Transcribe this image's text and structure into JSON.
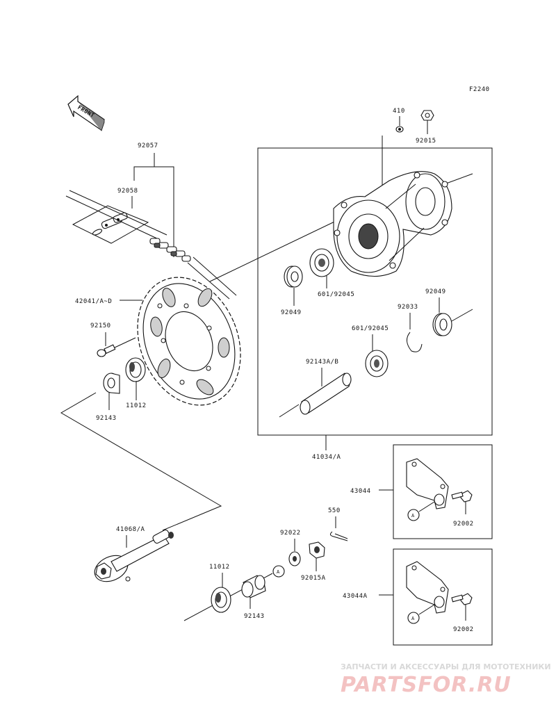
{
  "diagram_code": "F2240",
  "front_arrow_label": "FRONT",
  "circle_ref": "A",
  "parts": {
    "p410": "410",
    "p92015": "92015",
    "p92057": "92057",
    "p92058": "92058",
    "p42041": "42041/A~D",
    "p92150": "92150",
    "p11012_top": "11012",
    "p92143_top": "92143",
    "p92049_left": "92049",
    "p601_92045_top": "601/92045",
    "p92049_right": "92049",
    "p92033": "92033",
    "p601_92045_mid": "601/92045",
    "p92143AB": "92143A/B",
    "p41034": "41034/A",
    "p43044": "43044",
    "p92002_top": "92002",
    "p550": "550",
    "p92022": "92022",
    "p41068": "41068/A",
    "p11012_bottom": "11012",
    "p92143_bottom": "92143",
    "p92015A": "92015A",
    "p43044A": "43044A",
    "p92002_bottom": "92002"
  },
  "watermark": {
    "tagline": "ЗАПЧАСТИ И АКСЕССУАРЫ ДЛЯ МОТОТЕХНИКИ",
    "brand": "PARTSFOR.RU"
  }
}
